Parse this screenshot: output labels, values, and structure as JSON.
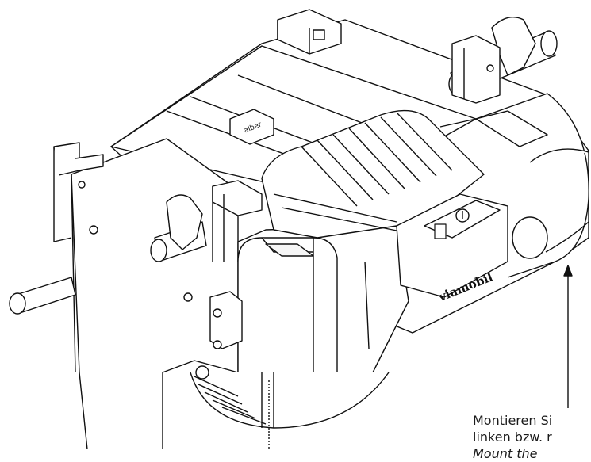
{
  "brand": {
    "top_plate": "alber",
    "side_logo": "viamobil"
  },
  "callout": {
    "line1": "Montieren Si",
    "line2": "linken bzw. r",
    "line3": "Mount the"
  }
}
